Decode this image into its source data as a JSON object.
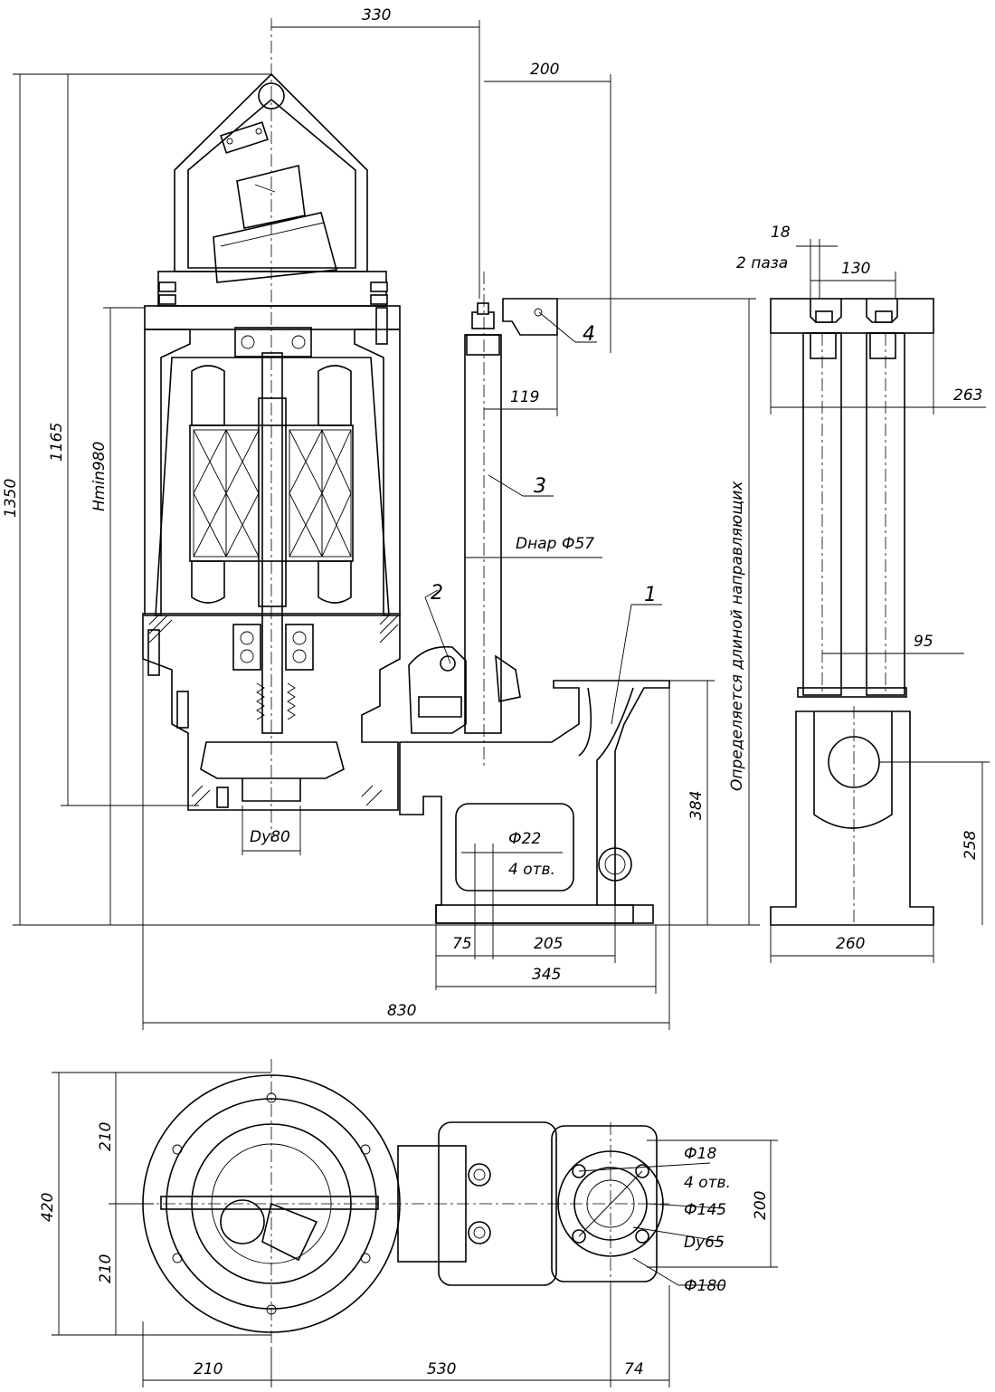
{
  "title": "Насос погружной — габаритный чертёж",
  "dimensions": {
    "d330": "330",
    "d200_top": "200",
    "d18": "18",
    "d2paza": "2 паза",
    "d130": "130",
    "d263": "263",
    "d119": "119",
    "dnar": "Dнар Ф57",
    "d1350": "1350",
    "d1165": "1165",
    "hmin": "Hmin980",
    "guide_note": "Определяется длиной направляющих",
    "d384": "384",
    "d258": "258",
    "d95": "95",
    "dy80": "Dy80",
    "d22": "Ф22",
    "holes4_a": "4 отв.",
    "d75": "75",
    "d205": "205",
    "d345": "345",
    "d260": "260",
    "d830": "830",
    "d420": "420",
    "d210_a": "210",
    "d210_b": "210",
    "d18_plan": "Ф18",
    "holes4_b": "4 отв.",
    "d145": "Ф145",
    "dy65": "Dy65",
    "d180": "Ф180",
    "d200_plan": "200",
    "d210_bottom": "210",
    "d530": "530",
    "d74": "74"
  },
  "callouts": {
    "c1": "1",
    "c2": "2",
    "c3": "3",
    "c4": "4"
  }
}
